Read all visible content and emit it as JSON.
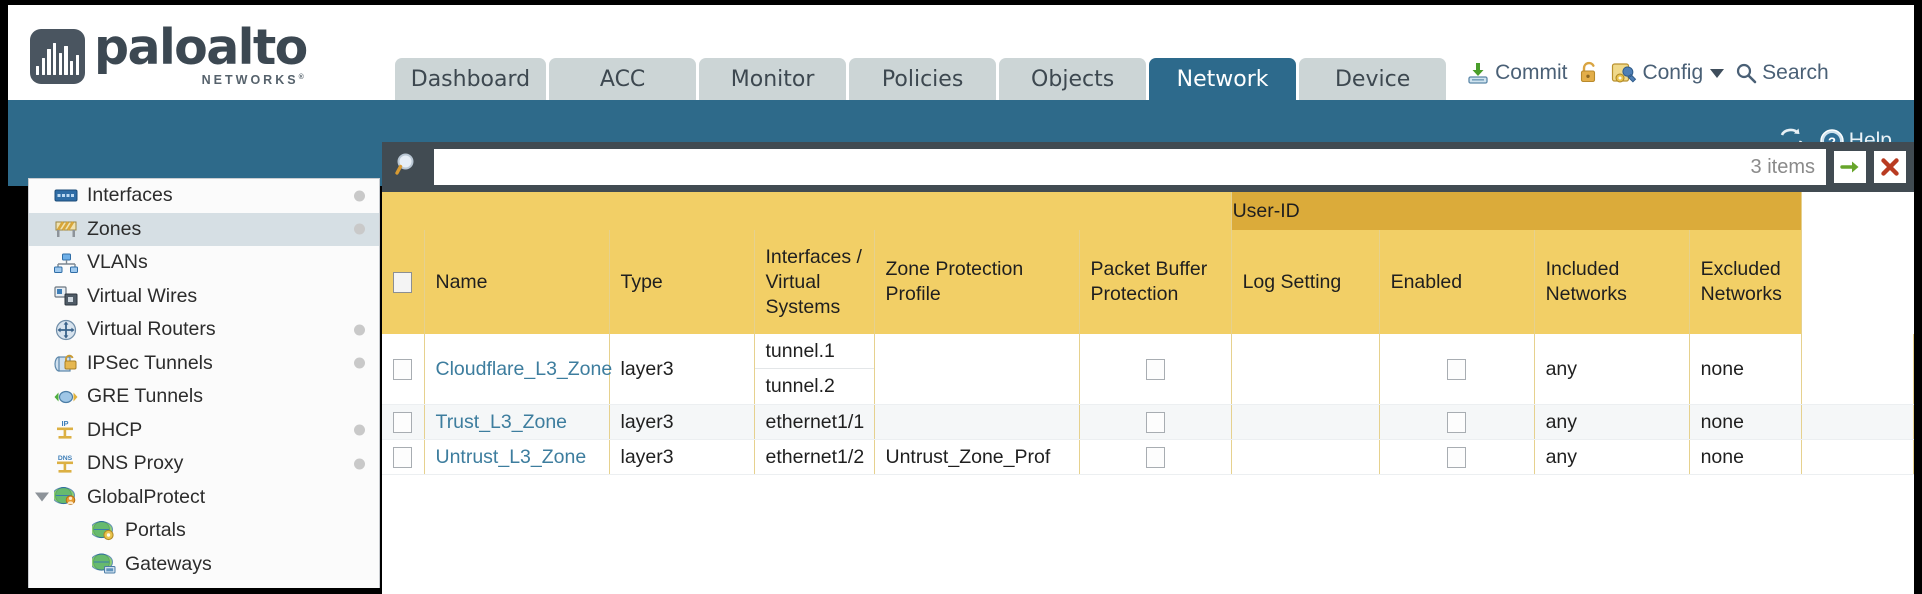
{
  "brand": {
    "name": "paloalto",
    "tagline": "NETWORKS",
    "registered": "®"
  },
  "nav": {
    "tabs": [
      {
        "label": "Dashboard",
        "active": false
      },
      {
        "label": "ACC",
        "active": false
      },
      {
        "label": "Monitor",
        "active": false
      },
      {
        "label": "Policies",
        "active": false
      },
      {
        "label": "Objects",
        "active": false
      },
      {
        "label": "Network",
        "active": true
      },
      {
        "label": "Device",
        "active": false
      }
    ]
  },
  "header_actions": {
    "commit": "Commit",
    "lock_icon": "padlock-icon",
    "config": "Config",
    "search": "Search"
  },
  "bluebar": {
    "refresh_icon": "refresh-icon",
    "help": "Help"
  },
  "sidebar": {
    "items": [
      {
        "label": "Interfaces",
        "icon": "interfaces-icon",
        "selected": false,
        "dot": true,
        "child": false,
        "twisty": false
      },
      {
        "label": "Zones",
        "icon": "zones-icon",
        "selected": true,
        "dot": true,
        "child": false,
        "twisty": false
      },
      {
        "label": "VLANs",
        "icon": "vlans-icon",
        "selected": false,
        "dot": false,
        "child": false,
        "twisty": false
      },
      {
        "label": "Virtual Wires",
        "icon": "virtual-wires-icon",
        "selected": false,
        "dot": false,
        "child": false,
        "twisty": false
      },
      {
        "label": "Virtual Routers",
        "icon": "virtual-routers-icon",
        "selected": false,
        "dot": true,
        "child": false,
        "twisty": false
      },
      {
        "label": "IPSec Tunnels",
        "icon": "ipsec-tunnels-icon",
        "selected": false,
        "dot": true,
        "child": false,
        "twisty": false
      },
      {
        "label": "GRE Tunnels",
        "icon": "gre-tunnels-icon",
        "selected": false,
        "dot": false,
        "child": false,
        "twisty": false
      },
      {
        "label": "DHCP",
        "icon": "dhcp-icon",
        "selected": false,
        "dot": true,
        "child": false,
        "twisty": false
      },
      {
        "label": "DNS Proxy",
        "icon": "dns-proxy-icon",
        "selected": false,
        "dot": true,
        "child": false,
        "twisty": false
      },
      {
        "label": "GlobalProtect",
        "icon": "globalprotect-icon",
        "selected": false,
        "dot": false,
        "child": false,
        "twisty": true
      },
      {
        "label": "Portals",
        "icon": "portals-icon",
        "selected": false,
        "dot": false,
        "child": true,
        "twisty": false
      },
      {
        "label": "Gateways",
        "icon": "gateways-icon",
        "selected": false,
        "dot": false,
        "child": true,
        "twisty": false
      }
    ]
  },
  "search": {
    "value": "",
    "placeholder": "",
    "item_count": "3 items",
    "apply_icon": "green-arrow-icon",
    "clear_icon": "red-x-icon"
  },
  "table": {
    "group_header": "User-ID",
    "columns": [
      "Name",
      "Type",
      "Interfaces / Virtual Systems",
      "Zone Protection Profile",
      "Packet Buffer Protection",
      "Log Setting",
      "Enabled",
      "Included Networks",
      "Excluded Networks"
    ],
    "rows": [
      {
        "name": "Cloudflare_L3_Zone",
        "type": "layer3",
        "interfaces": [
          "tunnel.1",
          "tunnel.2"
        ],
        "zone_protection_profile": "",
        "packet_buffer_protection": false,
        "log_setting": "",
        "userid_enabled": false,
        "included_networks": "any",
        "excluded_networks": "none"
      },
      {
        "name": "Trust_L3_Zone",
        "type": "layer3",
        "interfaces": [
          "ethernet1/1"
        ],
        "zone_protection_profile": "",
        "packet_buffer_protection": false,
        "log_setting": "",
        "userid_enabled": false,
        "included_networks": "any",
        "excluded_networks": "none"
      },
      {
        "name": "Untrust_L3_Zone",
        "type": "layer3",
        "interfaces": [
          "ethernet1/2"
        ],
        "zone_protection_profile": "Untrust_Zone_Prof",
        "packet_buffer_protection": false,
        "log_setting": "",
        "userid_enabled": false,
        "included_networks": "any",
        "excluded_networks": "none"
      }
    ]
  },
  "colors": {
    "brand_blue": "#2e6a8a",
    "tab_inactive": "#ccd5d6",
    "header_yellow": "#f2cf66",
    "group_gold": "#dbab3a",
    "search_bar": "#414b52",
    "link": "#3d7d9e"
  }
}
